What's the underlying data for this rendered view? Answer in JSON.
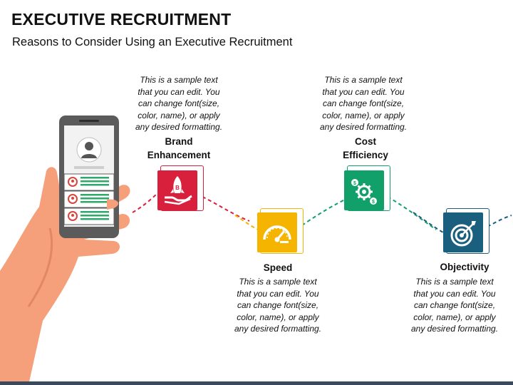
{
  "header": {
    "title": "EXECUTIVE RECRUITMENT",
    "subtitle": "Reasons to Consider Using an Executive Recruitment"
  },
  "steps": [
    {
      "label_lines": [
        "Brand",
        "Enhancement"
      ],
      "description_lines": [
        "This is a sample text",
        "that you can edit. You",
        "can change font(size,",
        "color, name), or apply",
        "any desired formatting."
      ],
      "icon": "rocket-hand-icon",
      "color": "#d81f3c"
    },
    {
      "label_lines": [
        "Speed"
      ],
      "description_lines": [
        "This is a sample text",
        "that you can edit. You",
        "can change font(size,",
        "color, name), or apply",
        "any desired formatting."
      ],
      "icon": "speedometer-icon",
      "color": "#f4b400"
    },
    {
      "label_lines": [
        "Cost",
        "Efficiency"
      ],
      "description_lines": [
        "This is a sample text",
        "that you can edit. You",
        "can change font(size,",
        "color, name), or apply",
        "any desired formatting."
      ],
      "icon": "gear-dollar-icon",
      "color": "#12a06a"
    },
    {
      "label_lines": [
        "Objectivity"
      ],
      "description_lines": [
        "This is a sample text",
        "that you can edit. You",
        "can change font(size,",
        "color, name), or apply",
        "any desired formatting."
      ],
      "icon": "target-arrow-icon",
      "color": "#1b5f7f"
    }
  ],
  "illustration": {
    "icons": [
      "hand-icon",
      "smartphone-icon",
      "profile-avatar-icon"
    ],
    "colors": {
      "skin": "#f5a07a",
      "phone": "#5b5b5b",
      "list_accent": "#2daa6a",
      "avatar_accent": "#d8453f"
    }
  }
}
